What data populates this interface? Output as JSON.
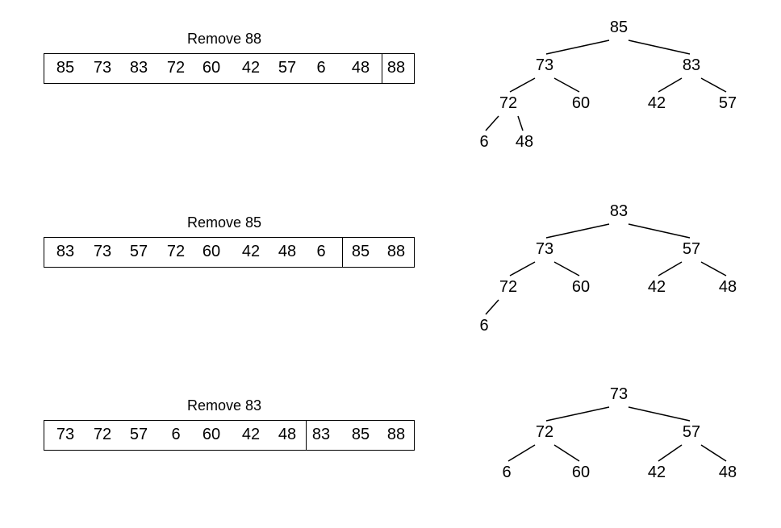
{
  "steps": [
    {
      "caption": "Remove 88",
      "array": [
        "85",
        "73",
        "83",
        "72",
        "60",
        "42",
        "57",
        "6",
        "48",
        "88"
      ],
      "sorted_from": 9,
      "tree": [
        {
          "v": "85"
        },
        {
          "v": "73",
          "p": 0
        },
        {
          "v": "83",
          "p": 0
        },
        {
          "v": "72",
          "p": 1
        },
        {
          "v": "60",
          "p": 1
        },
        {
          "v": "42",
          "p": 2
        },
        {
          "v": "57",
          "p": 2
        },
        {
          "v": "6",
          "p": 3
        },
        {
          "v": "48",
          "p": 3
        }
      ]
    },
    {
      "caption": "Remove 85",
      "array": [
        "83",
        "73",
        "57",
        "72",
        "60",
        "42",
        "48",
        "6",
        "85",
        "88"
      ],
      "sorted_from": 8,
      "tree": [
        {
          "v": "83"
        },
        {
          "v": "73",
          "p": 0
        },
        {
          "v": "57",
          "p": 0
        },
        {
          "v": "72",
          "p": 1
        },
        {
          "v": "60",
          "p": 1
        },
        {
          "v": "42",
          "p": 2
        },
        {
          "v": "48",
          "p": 2
        },
        {
          "v": "6",
          "p": 3
        }
      ]
    },
    {
      "caption": "Remove 83",
      "array": [
        "73",
        "72",
        "57",
        "6",
        "60",
        "42",
        "48",
        "83",
        "85",
        "88"
      ],
      "sorted_from": 7,
      "tree": [
        {
          "v": "73"
        },
        {
          "v": "72",
          "p": 0
        },
        {
          "v": "57",
          "p": 0
        },
        {
          "v": "6",
          "p": 1
        },
        {
          "v": "60",
          "p": 1
        },
        {
          "v": "42",
          "p": 2
        },
        {
          "v": "48",
          "p": 2
        }
      ]
    }
  ]
}
